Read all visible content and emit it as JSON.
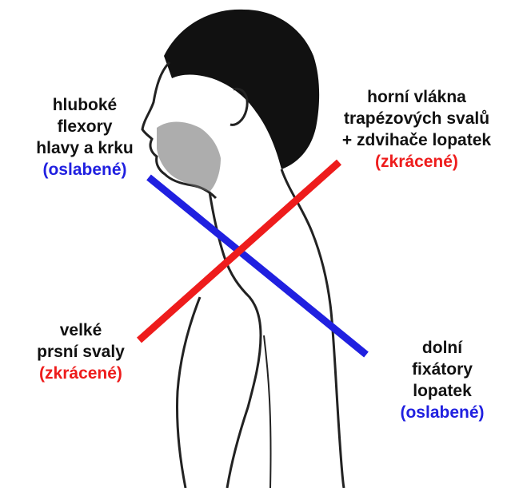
{
  "labels": {
    "deep_flexors": {
      "lines": [
        "hluboké",
        "flexory",
        "hlavy a krku"
      ],
      "state": "(oslabené)"
    },
    "upper_trapezius": {
      "lines": [
        "horní vlákna",
        "trapézových svalů",
        "+ zdvihače lopatek"
      ],
      "state": "(zkrácené)"
    },
    "pectorals": {
      "lines": [
        "velké",
        "prsní svaly"
      ],
      "state": "(zkrácené)"
    },
    "lower_fixators": {
      "lines": [
        "dolní",
        "fixátory",
        "lopatek"
      ],
      "state": "(oslabené)"
    }
  },
  "colors": {
    "weakened": "#2020e0",
    "shortened": "#ee1c1c",
    "text": "#111111",
    "hair": "#111111",
    "skin_outline": "#222222"
  }
}
